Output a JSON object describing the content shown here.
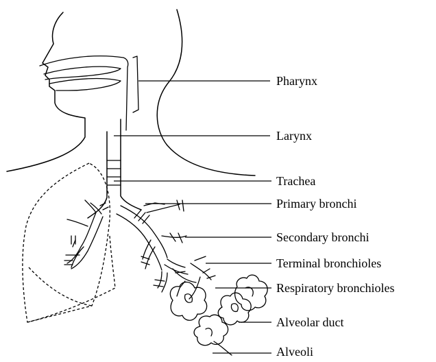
{
  "labels": {
    "pharynx": "Pharynx",
    "larynx": "Larynx",
    "trachea": "Trachea",
    "primary_bronchi": "Primary bronchi",
    "secondary_bronchi": "Secondary bronchi",
    "terminal_bronchioles": "Terminal bronchioles",
    "respiratory_bronchioles": "Respiratory bronchioles",
    "alveolar_duct": "Alveolar duct",
    "alveoli": "Alveoli"
  }
}
